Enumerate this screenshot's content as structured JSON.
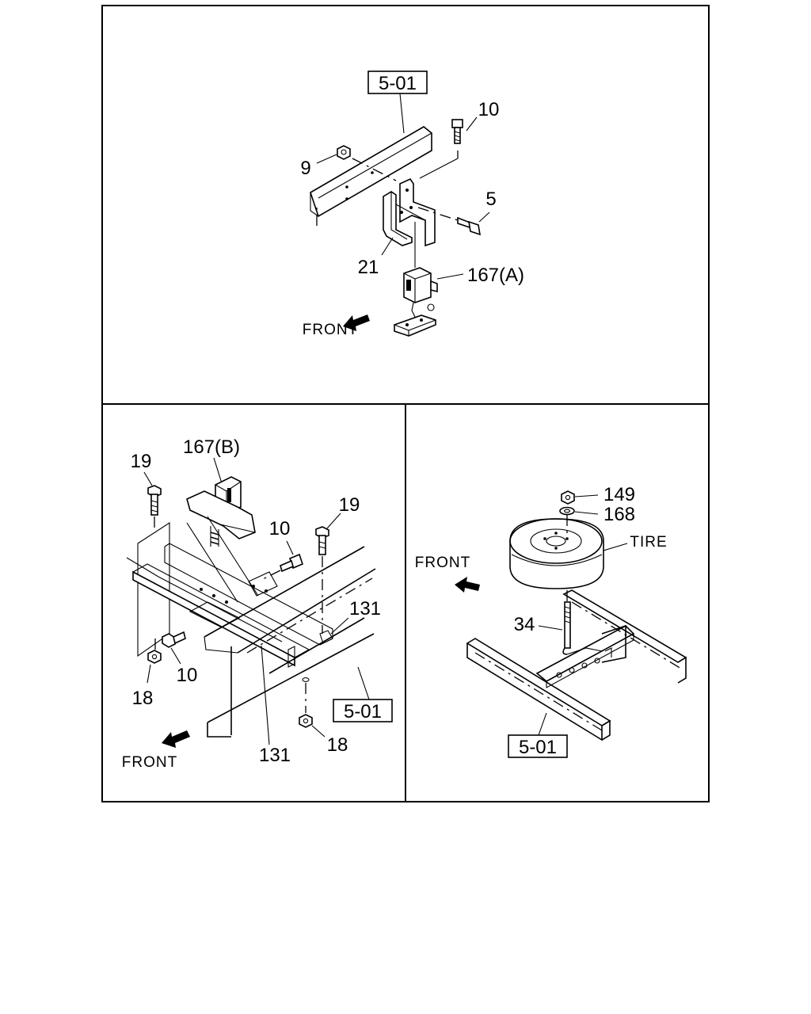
{
  "panels": {
    "top": {
      "ref_box": "5-01",
      "labels": {
        "p10": "10",
        "p9": "9",
        "p5": "5",
        "p21": "21",
        "p167a": "167(A)",
        "front": "FRONT"
      }
    },
    "bottom_left": {
      "ref_box": "5-01",
      "labels": {
        "p167b": "167(B)",
        "p19_left": "19",
        "p19_right": "19",
        "p10_top": "10",
        "p131_right": "131",
        "p10_bottom": "10",
        "p18_left": "18",
        "p18_bottom": "18",
        "p131_bottom": "131",
        "front": "FRONT"
      }
    },
    "bottom_right": {
      "ref_box": "5-01",
      "labels": {
        "p149": "149",
        "p168": "168",
        "tire": "TIRE",
        "front": "FRONT",
        "p34": "34"
      }
    }
  }
}
